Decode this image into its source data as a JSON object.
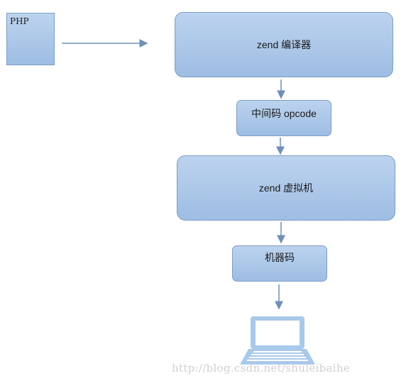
{
  "nodes": {
    "php": "PHP",
    "zend_compiler": "zend 编译器",
    "opcode": "中间码 opcode",
    "zend_vm": "zend 虚拟机",
    "machine_code": "机器码"
  },
  "watermark": "http://blog.csdn.net/shuleibaihe",
  "colors": {
    "box_fill_top": "#bcd3ee",
    "box_fill_bottom": "#9ebde3",
    "box_border": "#7c9cc4",
    "arrow": "#6f8fb7",
    "laptop": "#a9c9ea"
  },
  "icons": {
    "output_device": "laptop-icon"
  }
}
